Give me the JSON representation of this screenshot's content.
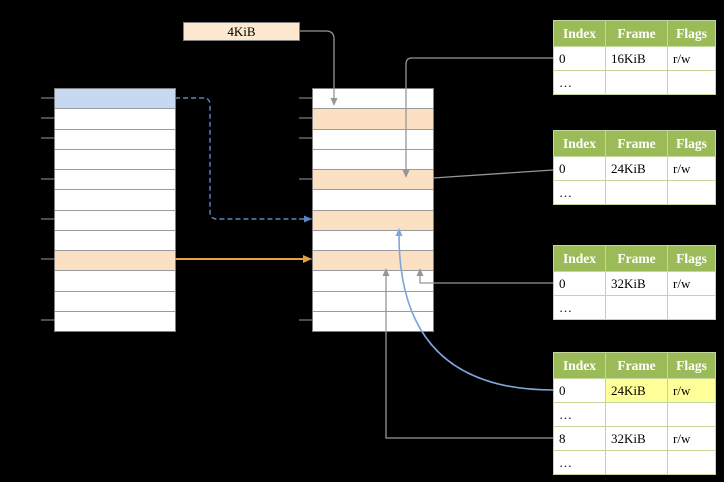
{
  "legend": {
    "label": "4KiB"
  },
  "colors": {
    "background": "#000000",
    "virtual_page_blue": "#c6d9f0",
    "page_table_orange": "#fbe0c3",
    "size_box_cream": "#fce9cf",
    "table_header_green": "#9bbb59",
    "table_border_green": "#c3d69b",
    "highlight_yellow": "#ffff99",
    "arrow_gray": "#969696",
    "arrow_blue_dashed": "#5b84c4",
    "arrow_orange": "#e6a23c",
    "arrow_light_blue": "#7ea6d9",
    "memory_border_gray": "#7f7f7f"
  },
  "memory": {
    "left_column": {
      "rows": 12,
      "highlighted_rows": [
        {
          "index": 0,
          "color": "blue"
        },
        {
          "index": 8,
          "color": "orange"
        }
      ]
    },
    "middle_column": {
      "rows": 12,
      "highlighted_rows": [
        {
          "index": 1,
          "color": "orange"
        },
        {
          "index": 4,
          "color": "orange"
        },
        {
          "index": 6,
          "color": "orange"
        },
        {
          "index": 8,
          "color": "orange"
        }
      ]
    }
  },
  "tables": [
    {
      "headers": [
        "Index",
        "Frame",
        "Flags"
      ],
      "rows": [
        {
          "cells": [
            "0",
            "16KiB",
            "r/w"
          ]
        },
        {
          "cells": [
            "…",
            "",
            ""
          ]
        }
      ]
    },
    {
      "headers": [
        "Index",
        "Frame",
        "Flags"
      ],
      "rows": [
        {
          "cells": [
            "0",
            "24KiB",
            "r/w"
          ]
        },
        {
          "cells": [
            "…",
            "",
            ""
          ]
        }
      ]
    },
    {
      "headers": [
        "Index",
        "Frame",
        "Flags"
      ],
      "rows": [
        {
          "cells": [
            "0",
            "32KiB",
            "r/w"
          ]
        },
        {
          "cells": [
            "…",
            "",
            ""
          ]
        }
      ]
    },
    {
      "headers": [
        "Index",
        "Frame",
        "Flags"
      ],
      "rows": [
        {
          "cells": [
            "0",
            "24KiB",
            "r/w"
          ],
          "highlighted": true
        },
        {
          "cells": [
            "…",
            "",
            ""
          ]
        },
        {
          "cells": [
            "8",
            "32KiB",
            "r/w"
          ]
        },
        {
          "cells": [
            "…",
            "",
            ""
          ]
        }
      ]
    }
  ]
}
